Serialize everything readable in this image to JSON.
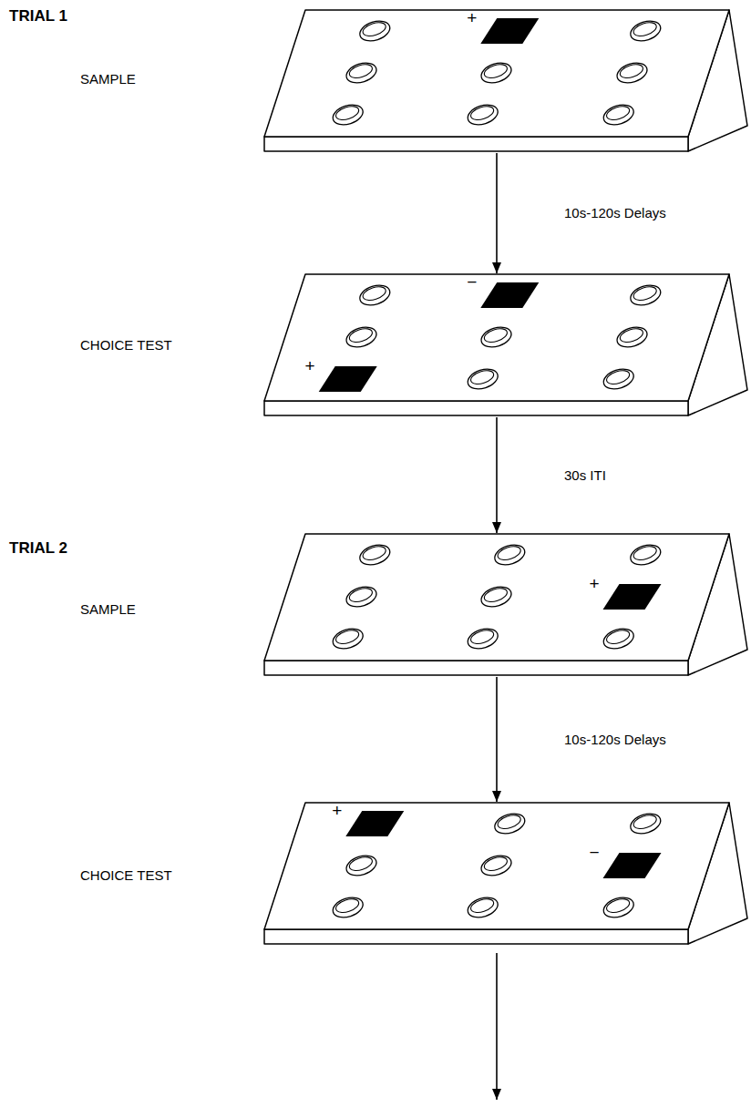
{
  "diagram": {
    "nodes": [
      {
        "text": [
          "+"
        ]
      },
      {
        "text": [
          "−",
          "+"
        ]
      },
      {
        "text": [
          "+"
        ]
      },
      {
        "text": [
          "+",
          "−"
        ]
      }
    ],
    "edges": [
      {
        "from": 0,
        "to": 1,
        "arrow": "to",
        "label": "10s-120s Delays"
      },
      {
        "from": 1,
        "to": 2,
        "arrow": "to",
        "label": "30s ITI"
      },
      {
        "from": 2,
        "to": 3,
        "arrow": "to",
        "label": "10s-120s Delays"
      }
    ],
    "labels": [
      "TRIAL 1",
      "SAMPLE",
      "CHOICE TEST",
      "TRIAL 2",
      "SAMPLE",
      "CHOICE TEST"
    ]
  }
}
